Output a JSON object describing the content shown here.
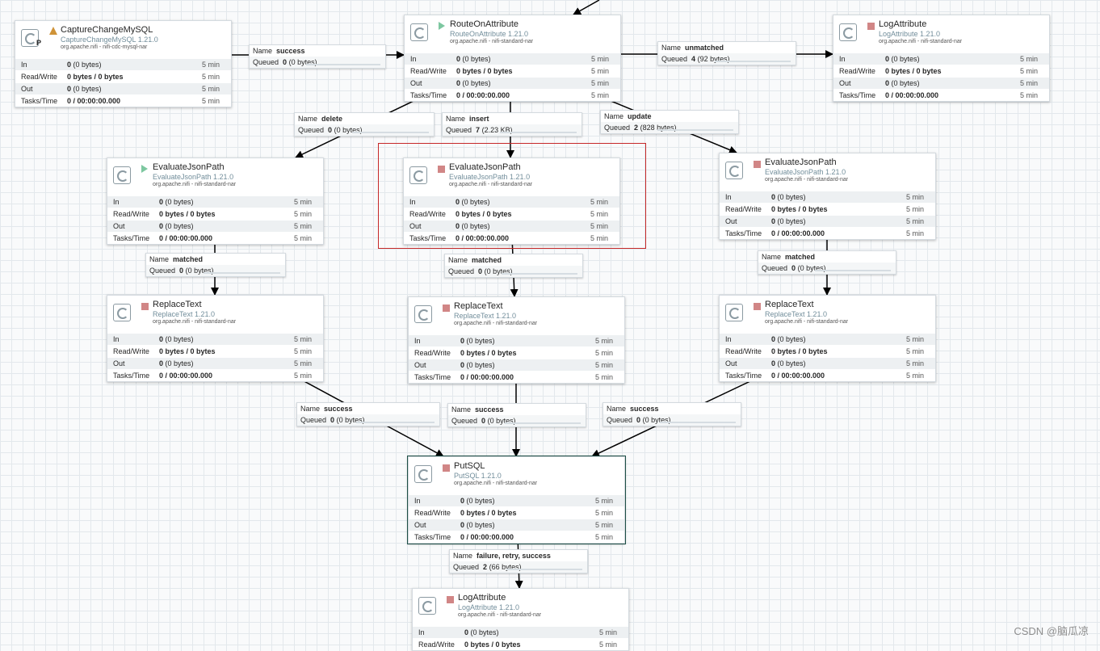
{
  "processors": [
    {
      "name": "CaptureChangeMySQL",
      "type": "CaptureChangeMySQL 1.21.0",
      "bundle": "org.apache.nifi - nifi-cdc-mysql-nar",
      "status": "warning",
      "badge": "P",
      "rows": [
        {
          "label": "In",
          "value": "0",
          "detail": "(0 bytes)",
          "time": "5 min"
        },
        {
          "label": "Read/Write",
          "value": "0 bytes / 0 bytes",
          "detail": "",
          "time": "5 min"
        },
        {
          "label": "Out",
          "value": "0",
          "detail": "(0 bytes)",
          "time": "5 min"
        },
        {
          "label": "Tasks/Time",
          "value": "0 / 00:00:00.000",
          "detail": "",
          "time": "5 min"
        }
      ]
    },
    {
      "name": "RouteOnAttribute",
      "type": "RouteOnAttribute 1.21.0",
      "bundle": "org.apache.nifi - nifi-standard-nar",
      "status": "running",
      "badge": "",
      "rows": [
        {
          "label": "In",
          "value": "0",
          "detail": "(0 bytes)",
          "time": "5 min"
        },
        {
          "label": "Read/Write",
          "value": "0 bytes / 0 bytes",
          "detail": "",
          "time": "5 min"
        },
        {
          "label": "Out",
          "value": "0",
          "detail": "(0 bytes)",
          "time": "5 min"
        },
        {
          "label": "Tasks/Time",
          "value": "0 / 00:00:00.000",
          "detail": "",
          "time": "5 min"
        }
      ]
    },
    {
      "name": "LogAttribute",
      "type": "LogAttribute 1.21.0",
      "bundle": "org.apache.nifi - nifi-standard-nar",
      "status": "stopped",
      "badge": "",
      "rows": [
        {
          "label": "In",
          "value": "0",
          "detail": "(0 bytes)",
          "time": "5 min"
        },
        {
          "label": "Read/Write",
          "value": "0 bytes / 0 bytes",
          "detail": "",
          "time": "5 min"
        },
        {
          "label": "Out",
          "value": "0",
          "detail": "(0 bytes)",
          "time": "5 min"
        },
        {
          "label": "Tasks/Time",
          "value": "0 / 00:00:00.000",
          "detail": "",
          "time": "5 min"
        }
      ]
    },
    {
      "name": "EvaluateJsonPath",
      "type": "EvaluateJsonPath 1.21.0",
      "bundle": "org.apache.nifi - nifi-standard-nar",
      "status": "running",
      "badge": "",
      "rows": [
        {
          "label": "In",
          "value": "0",
          "detail": "(0 bytes)",
          "time": "5 min"
        },
        {
          "label": "Read/Write",
          "value": "0 bytes / 0 bytes",
          "detail": "",
          "time": "5 min"
        },
        {
          "label": "Out",
          "value": "0",
          "detail": "(0 bytes)",
          "time": "5 min"
        },
        {
          "label": "Tasks/Time",
          "value": "0 / 00:00:00.000",
          "detail": "",
          "time": "5 min"
        }
      ]
    },
    {
      "name": "EvaluateJsonPath",
      "type": "EvaluateJsonPath 1.21.0",
      "bundle": "org.apache.nifi - nifi-standard-nar",
      "status": "stopped",
      "badge": "",
      "rows": [
        {
          "label": "In",
          "value": "0",
          "detail": "(0 bytes)",
          "time": "5 min"
        },
        {
          "label": "Read/Write",
          "value": "0 bytes / 0 bytes",
          "detail": "",
          "time": "5 min"
        },
        {
          "label": "Out",
          "value": "0",
          "detail": "(0 bytes)",
          "time": "5 min"
        },
        {
          "label": "Tasks/Time",
          "value": "0 / 00:00:00.000",
          "detail": "",
          "time": "5 min"
        }
      ]
    },
    {
      "name": "EvaluateJsonPath",
      "type": "EvaluateJsonPath 1.21.0",
      "bundle": "org.apache.nifi - nifi-standard-nar",
      "status": "stopped",
      "badge": "",
      "rows": [
        {
          "label": "In",
          "value": "0",
          "detail": "(0 bytes)",
          "time": "5 min"
        },
        {
          "label": "Read/Write",
          "value": "0 bytes / 0 bytes",
          "detail": "",
          "time": "5 min"
        },
        {
          "label": "Out",
          "value": "0",
          "detail": "(0 bytes)",
          "time": "5 min"
        },
        {
          "label": "Tasks/Time",
          "value": "0 / 00:00:00.000",
          "detail": "",
          "time": "5 min"
        }
      ]
    },
    {
      "name": "ReplaceText",
      "type": "ReplaceText 1.21.0",
      "bundle": "org.apache.nifi - nifi-standard-nar",
      "status": "stopped",
      "badge": "",
      "rows": [
        {
          "label": "In",
          "value": "0",
          "detail": "(0 bytes)",
          "time": "5 min"
        },
        {
          "label": "Read/Write",
          "value": "0 bytes / 0 bytes",
          "detail": "",
          "time": "5 min"
        },
        {
          "label": "Out",
          "value": "0",
          "detail": "(0 bytes)",
          "time": "5 min"
        },
        {
          "label": "Tasks/Time",
          "value": "0 / 00:00:00.000",
          "detail": "",
          "time": "5 min"
        }
      ]
    },
    {
      "name": "ReplaceText",
      "type": "ReplaceText 1.21.0",
      "bundle": "org.apache.nifi - nifi-standard-nar",
      "status": "stopped",
      "badge": "",
      "rows": [
        {
          "label": "In",
          "value": "0",
          "detail": "(0 bytes)",
          "time": "5 min"
        },
        {
          "label": "Read/Write",
          "value": "0 bytes / 0 bytes",
          "detail": "",
          "time": "5 min"
        },
        {
          "label": "Out",
          "value": "0",
          "detail": "(0 bytes)",
          "time": "5 min"
        },
        {
          "label": "Tasks/Time",
          "value": "0 / 00:00:00.000",
          "detail": "",
          "time": "5 min"
        }
      ]
    },
    {
      "name": "ReplaceText",
      "type": "ReplaceText 1.21.0",
      "bundle": "org.apache.nifi - nifi-standard-nar",
      "status": "stopped",
      "badge": "",
      "rows": [
        {
          "label": "In",
          "value": "0",
          "detail": "(0 bytes)",
          "time": "5 min"
        },
        {
          "label": "Read/Write",
          "value": "0 bytes / 0 bytes",
          "detail": "",
          "time": "5 min"
        },
        {
          "label": "Out",
          "value": "0",
          "detail": "(0 bytes)",
          "time": "5 min"
        },
        {
          "label": "Tasks/Time",
          "value": "0 / 00:00:00.000",
          "detail": "",
          "time": "5 min"
        }
      ]
    },
    {
      "name": "PutSQL",
      "type": "PutSQL 1.21.0",
      "bundle": "org.apache.nifi - nifi-standard-nar",
      "status": "stopped",
      "badge": "",
      "rows": [
        {
          "label": "In",
          "value": "0",
          "detail": "(0 bytes)",
          "time": "5 min"
        },
        {
          "label": "Read/Write",
          "value": "0 bytes / 0 bytes",
          "detail": "",
          "time": "5 min"
        },
        {
          "label": "Out",
          "value": "0",
          "detail": "(0 bytes)",
          "time": "5 min"
        },
        {
          "label": "Tasks/Time",
          "value": "0 / 00:00:00.000",
          "detail": "",
          "time": "5 min"
        }
      ]
    },
    {
      "name": "LogAttribute",
      "type": "LogAttribute 1.21.0",
      "bundle": "org.apache.nifi - nifi-standard-nar",
      "status": "stopped",
      "badge": "",
      "rows": [
        {
          "label": "In",
          "value": "0",
          "detail": "(0 bytes)",
          "time": "5 min"
        },
        {
          "label": "Read/Write",
          "value": "0 bytes / 0 bytes",
          "detail": "",
          "time": "5 min"
        }
      ]
    }
  ],
  "connections": [
    {
      "name_label": "Name",
      "name": "success",
      "queued_label": "Queued",
      "count": "0",
      "size": "(0 bytes)"
    },
    {
      "name_label": "Name",
      "name": "unmatched",
      "queued_label": "Queued",
      "count": "4",
      "size": "(92 bytes)"
    },
    {
      "name_label": "Name",
      "name": "delete",
      "queued_label": "Queued",
      "count": "0",
      "size": "(0 bytes)"
    },
    {
      "name_label": "Name",
      "name": "insert",
      "queued_label": "Queued",
      "count": "7",
      "size": "(2.23 KB)"
    },
    {
      "name_label": "Name",
      "name": "update",
      "queued_label": "Queued",
      "count": "2",
      "size": "(828 bytes)"
    },
    {
      "name_label": "Name",
      "name": "matched",
      "queued_label": "Queued",
      "count": "0",
      "size": "(0 bytes)"
    },
    {
      "name_label": "Name",
      "name": "matched",
      "queued_label": "Queued",
      "count": "0",
      "size": "(0 bytes)"
    },
    {
      "name_label": "Name",
      "name": "matched",
      "queued_label": "Queued",
      "count": "0",
      "size": "(0 bytes)"
    },
    {
      "name_label": "Name",
      "name": "success",
      "queued_label": "Queued",
      "count": "0",
      "size": "(0 bytes)"
    },
    {
      "name_label": "Name",
      "name": "success",
      "queued_label": "Queued",
      "count": "0",
      "size": "(0 bytes)"
    },
    {
      "name_label": "Name",
      "name": "success",
      "queued_label": "Queued",
      "count": "0",
      "size": "(0 bytes)"
    },
    {
      "name_label": "Name",
      "name": "failure, retry, success",
      "queued_label": "Queued",
      "count": "2",
      "size": "(66 bytes)"
    }
  ],
  "watermark": "CSDN @脑瓜凉"
}
